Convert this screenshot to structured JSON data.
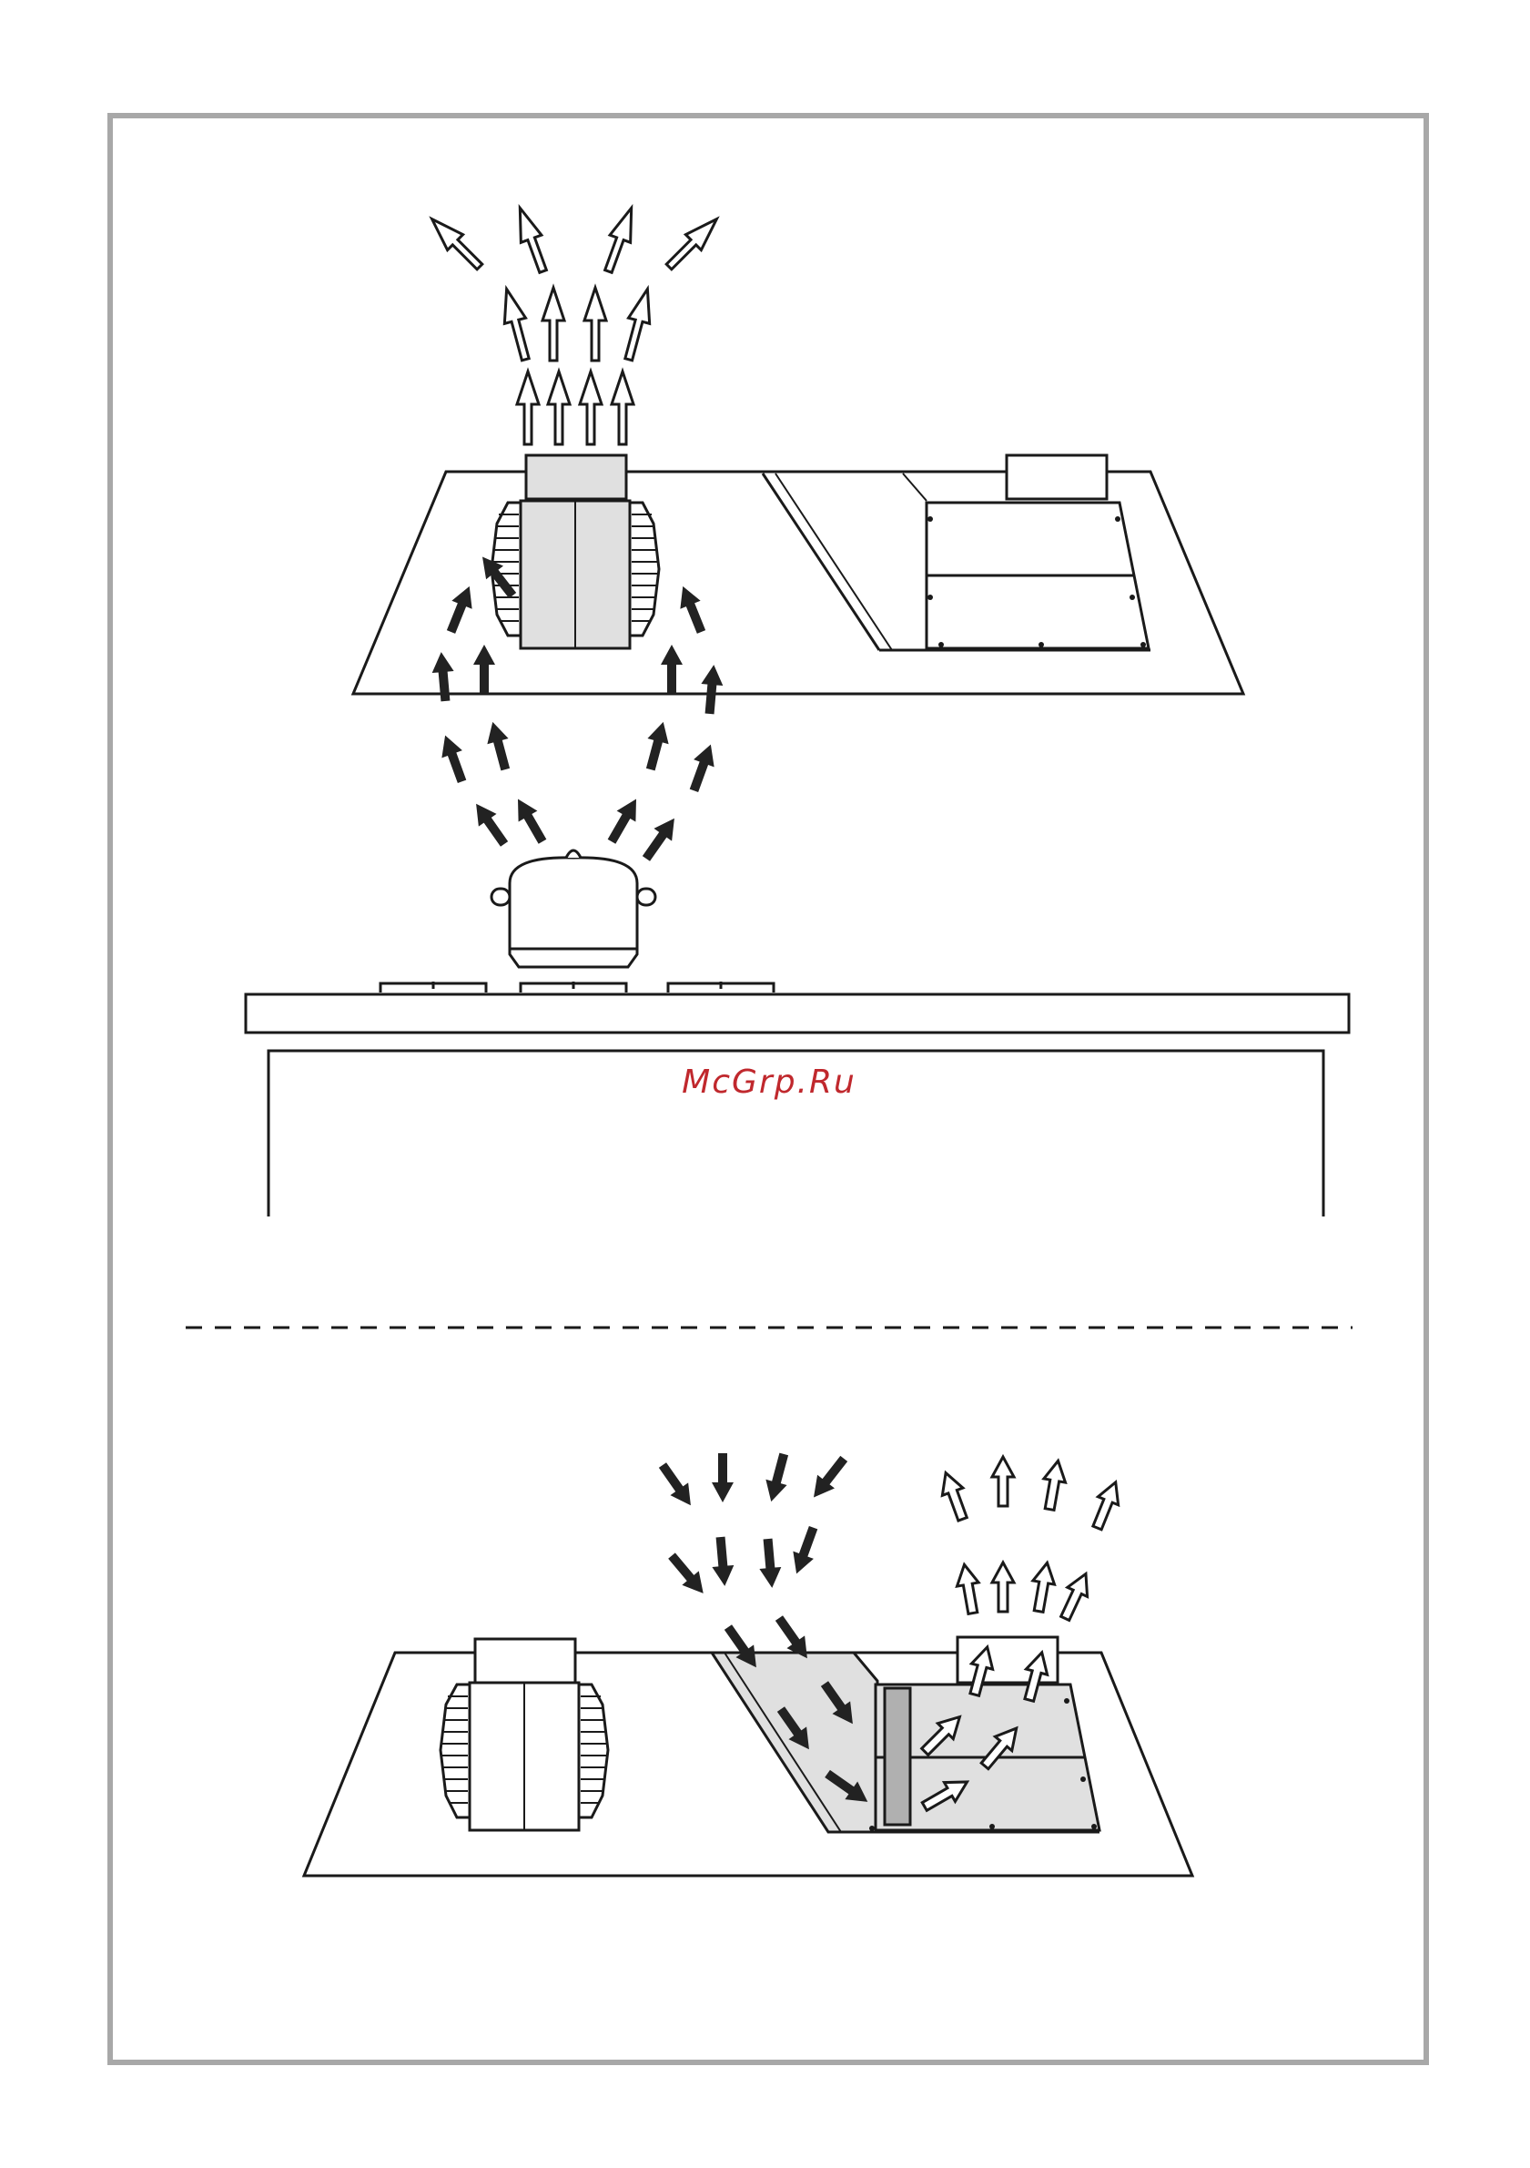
{
  "watermark": {
    "text": "McGrp.Ru",
    "color": "#c0282d"
  },
  "colors": {
    "frame": "#a8a8a8",
    "line": "#1a1a1a",
    "panel_fill": "#e0e0e0",
    "filter_fill": "#b0b0b0",
    "airflow_dark": "#222222",
    "airflow_light": "#ffffff"
  },
  "scenes": [
    {
      "name": "top",
      "mode": "extraction",
      "icons": [
        "cooktop-icon",
        "hood-unit-icon",
        "pot-icon",
        "exhaust-arrow-icon",
        "suction-arrow-icon"
      ]
    },
    {
      "name": "bottom",
      "mode": "recirculation",
      "icons": [
        "cooktop-icon",
        "hood-unit-icon",
        "filter-icon",
        "intake-arrow-icon",
        "outflow-arrow-icon"
      ]
    }
  ]
}
